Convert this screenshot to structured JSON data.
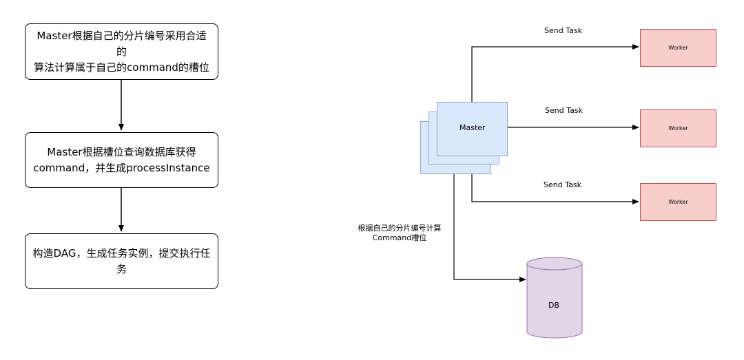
{
  "flowchart": {
    "steps": [
      {
        "line1": "Master根据自己的分片编号采用合适的",
        "line2": "算法计算属于自己的command的槽位"
      },
      {
        "line1": "Master根据槽位查询数据库获得",
        "line2": "command，并生成processInstance"
      },
      {
        "line1": "构造DAG，生成任务实例，提交执行任务"
      }
    ]
  },
  "architecture": {
    "master_label": "Master",
    "send_task_labels": [
      "Send Task",
      "Send Task",
      "Send Task"
    ],
    "worker_labels": [
      "Worker",
      "Worker",
      "Worker"
    ],
    "slot_label_line1": "根据自己的分片编号计算",
    "slot_label_line2": "Command槽位",
    "db_label": "DB"
  },
  "colors": {
    "master_fill": "#dae8fc",
    "worker_fill": "#f8cecc",
    "db_fill": "#e1d5e7"
  }
}
